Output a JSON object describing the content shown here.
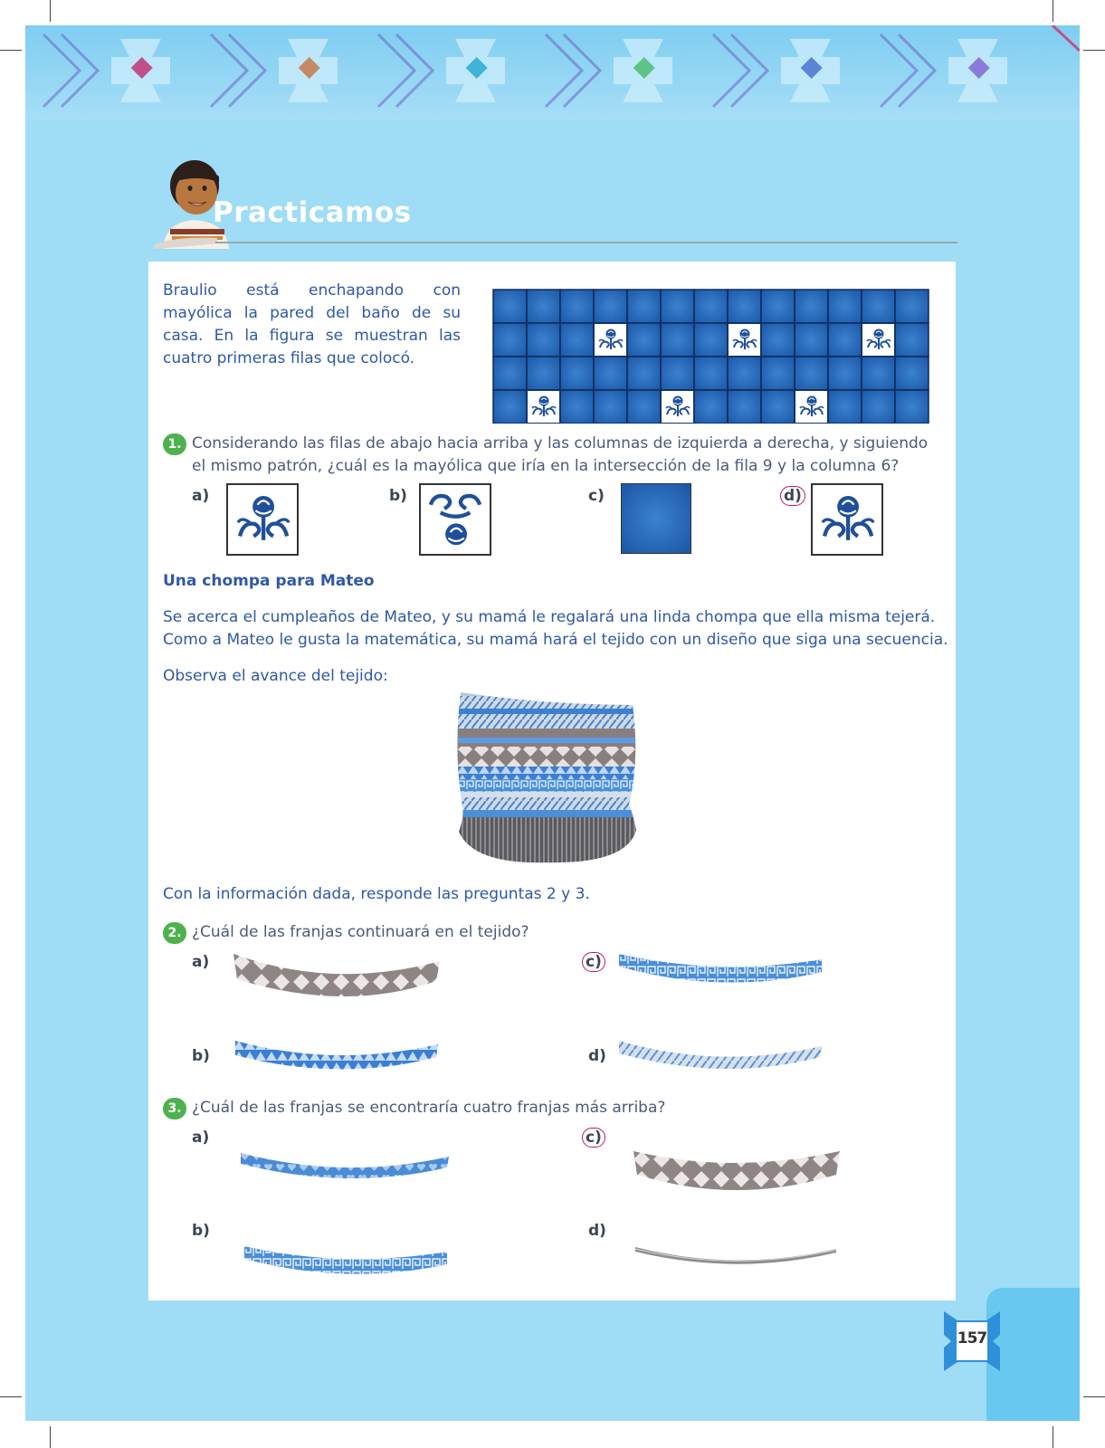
{
  "header": {
    "title": "Practicamos"
  },
  "intro": {
    "text": "Braulio está enchapando con mayólica la pared del baño de su casa. En la figura se muestran las cuatro primeras filas que colocó."
  },
  "tile_pattern": {
    "rows": 4,
    "cols": 13,
    "rose_tiles_row2": [
      4,
      8,
      12
    ],
    "rose_tiles_row4": [
      2,
      6,
      10
    ],
    "tile_color": "#1f5fb0",
    "grid_line_color": "#0d2a5a"
  },
  "q1": {
    "number": "1.",
    "text": "Considerando las filas de abajo hacia arriba y las columnas de izquierda a derecha, y siguiendo el mismo patrón, ¿cuál es la mayólica que iría en la intersección de la fila 9 y la columna 6?",
    "options": [
      {
        "label": "a)",
        "tile": "rose-with-scrolls"
      },
      {
        "label": "b)",
        "tile": "scroll-and-rose"
      },
      {
        "label": "c)",
        "tile": "plain-blue"
      },
      {
        "label": "d)",
        "tile": "rose-with-scrolls",
        "circled": true
      }
    ]
  },
  "section": {
    "title": "Una chompa para Mateo",
    "intro": "Se acerca el cumpleaños de Mateo, y su mamá le regalará una linda chompa que ella misma tejerá. Como a Mateo le gusta la matemática, su mamá hará el tejido con un diseño que siga una secuencia.",
    "observe": "Observa el avance del tejido:",
    "instruction": "Con la información dada, responde las preguntas 2 y 3."
  },
  "q2": {
    "number": "2.",
    "text": "¿Cuál de las franjas continuará en el tejido?",
    "options": [
      {
        "label": "a)",
        "stripe": "gray-diamonds"
      },
      {
        "label": "b)",
        "stripe": "blue-triangles"
      },
      {
        "label": "c)",
        "stripe": "blue-greek-key",
        "circled": true
      },
      {
        "label": "d)",
        "stripe": "light-diagonal"
      }
    ]
  },
  "q3": {
    "number": "3.",
    "text": "¿Cuál de las franjas se encontraría cuatro franjas más arriba?",
    "options": [
      {
        "label": "a)",
        "stripe": "blue-hearts"
      },
      {
        "label": "b)",
        "stripe": "blue-greek-key"
      },
      {
        "label": "c)",
        "stripe": "gray-diamonds",
        "circled": true
      },
      {
        "label": "d)",
        "stripe": "thin-gray"
      }
    ]
  },
  "page_number": "157",
  "colors": {
    "page_bg": "#9fdcf6",
    "text_blue": "#2f58a6",
    "badge_green": "#4db24e",
    "circle_pink": "#c2185b"
  }
}
